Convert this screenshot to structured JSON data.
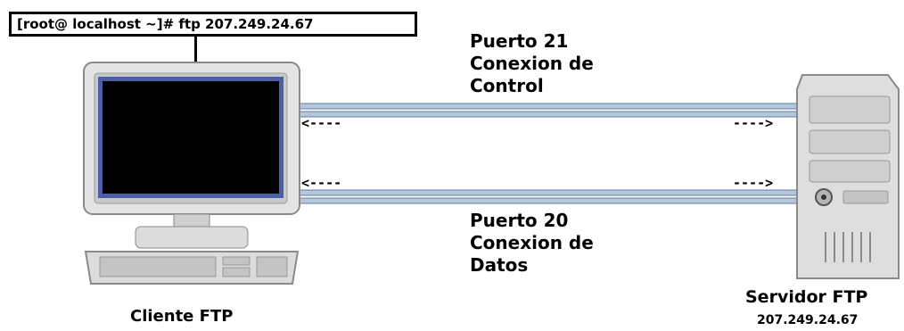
{
  "command": "[root@ localhost ~]# ftp  207.249.24.67",
  "control_channel": {
    "lines": [
      "Puerto 21",
      "Conexion de",
      "Control"
    ],
    "arrow_left": "<----",
    "arrow_right": "---->"
  },
  "data_channel": {
    "lines": [
      "Puerto 20",
      "Conexion de",
      "Datos"
    ],
    "arrow_left": "<----",
    "arrow_right": "---->"
  },
  "client": {
    "label": "Cliente FTP"
  },
  "server": {
    "label": "Servidor FTP",
    "ip": "207.249.24.67"
  },
  "colors": {
    "channel_line": "#b6c8dc",
    "channel_stroke": "#5f7ea6",
    "screen": "#000000",
    "screen_frame": "#4a5fa8",
    "device_body": "#dcdcdc",
    "device_shadow": "#9a9a9a"
  },
  "icons": [
    "client-computer-icon",
    "server-tower-icon"
  ]
}
